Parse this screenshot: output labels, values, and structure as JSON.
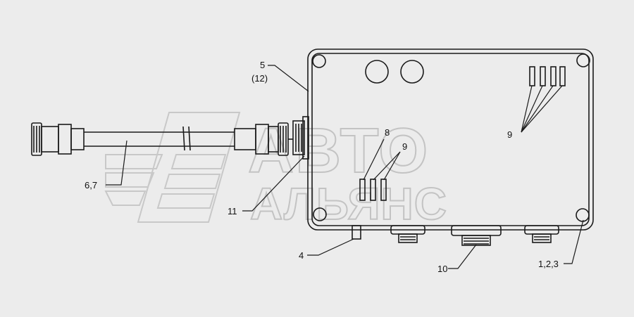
{
  "watermark": {
    "line1": "АВТО",
    "line2": "АЛЬЯНС"
  },
  "callouts": {
    "c5": "5",
    "c12": "(12)",
    "c67": "6,7",
    "c11": "11",
    "c4": "4",
    "c10": "10",
    "c123": "1,2,3",
    "c8": "8",
    "c9a": "9",
    "c9b": "9"
  },
  "colors": {
    "line": "#1a1a1a",
    "watermark": "#bdbdbd"
  }
}
